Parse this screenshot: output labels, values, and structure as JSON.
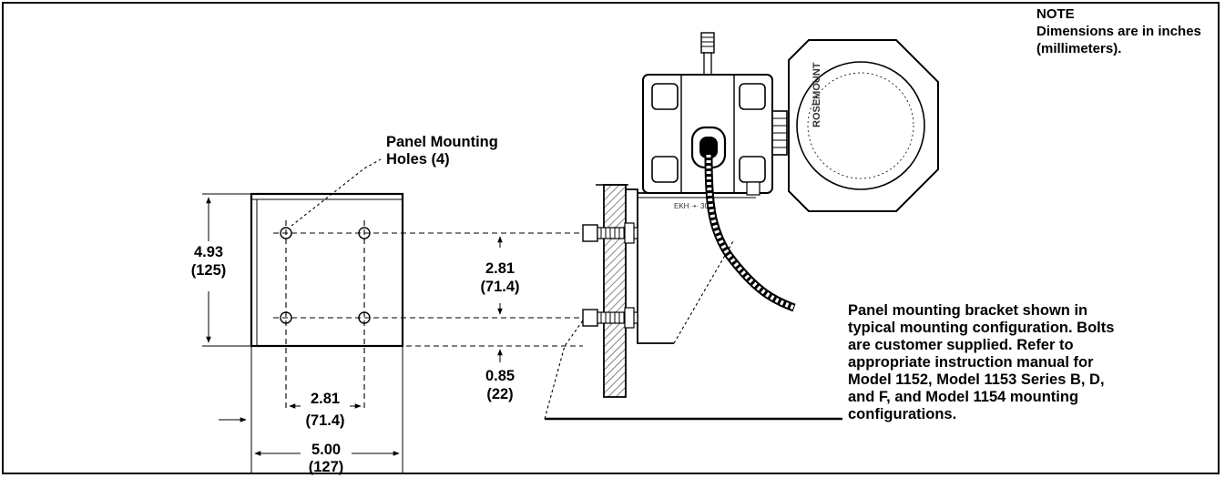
{
  "note": {
    "title": "NOTE",
    "text": "Dimensions are in inches (millimeters)."
  },
  "labels": {
    "panel_holes_line1": "Panel Mounting",
    "panel_holes_line2": "Holes (4)",
    "height_in": "4.93",
    "height_mm": "(125)",
    "hole_vspacing_in": "2.81",
    "hole_vspacing_mm": "(71.4)",
    "edge_offset_in": "0.85",
    "edge_offset_mm": "(22)",
    "hole_hspacing_in": "2.81",
    "hole_hspacing_mm": "(71.4)",
    "width_in": "5.00",
    "width_mm": "(127)"
  },
  "description": [
    "Panel mounting bracket shown in",
    "typical mounting configuration. Bolts",
    "are customer supplied. Refer to",
    "appropriate instruction manual for",
    "Model 1152, Model 1153 Series B, D,",
    "and F, and Model 1154 mounting",
    "configurations."
  ],
  "colors": {
    "line": "#000000",
    "hatch": "#555555",
    "background": "#ffffff"
  }
}
